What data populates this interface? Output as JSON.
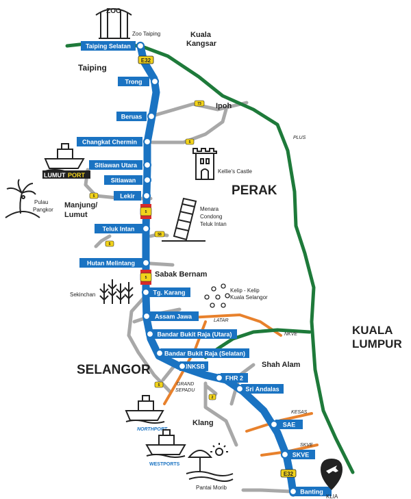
{
  "title": {
    "zoo_sign": "ZOO"
  },
  "highway": {
    "route_code": "E32"
  },
  "regions": {
    "perak": "PERAK",
    "selangor": "SELANGOR",
    "kuala_lumpur_line1": "KUALA",
    "kuala_lumpur_line2": "LUMPUR"
  },
  "towns": {
    "kuala_kangsar_1": "Kuala",
    "kuala_kangsar_2": "Kangsar",
    "taiping": "Taiping",
    "ipoh": "Ipoh",
    "manjung_1": "Manjung/",
    "manjung_2": "Lumut",
    "shah_alam": "Shah Alam",
    "klang": "Klang"
  },
  "interchanges": [
    {
      "id": "taiping-selatan",
      "label": "Taiping Selatan"
    },
    {
      "id": "trong",
      "label": "Trong"
    },
    {
      "id": "beruas",
      "label": "Beruas"
    },
    {
      "id": "changkat-chermin",
      "label": "Changkat Chermin"
    },
    {
      "id": "sitiawan-utara",
      "label": "Sitiawan Utara"
    },
    {
      "id": "sitiawan",
      "label": "Sitiawan"
    },
    {
      "id": "lekir",
      "label": "Lekir"
    },
    {
      "id": "teluk-intan",
      "label": "Teluk Intan"
    },
    {
      "id": "hutan-melintang",
      "label": "Hutan Melintang"
    },
    {
      "id": "tg-karang",
      "label": "Tg. Karang"
    },
    {
      "id": "assam-jawa",
      "label": "Assam Jawa"
    },
    {
      "id": "bbr-utara",
      "label": "Bandar Bukit Raja (Utara)"
    },
    {
      "id": "bbr-selatan",
      "label": "Bandar Bukit Raja (Selatan)"
    },
    {
      "id": "nnksb",
      "label": "NNKSB"
    },
    {
      "id": "fhr2",
      "label": "FHR 2"
    },
    {
      "id": "sri-andalas",
      "label": "Sri Andalas"
    },
    {
      "id": "sae",
      "label": "SAE"
    },
    {
      "id": "skve-node",
      "label": "SKVE"
    },
    {
      "id": "banting",
      "label": "Banting"
    }
  ],
  "landmarks": {
    "zoo_taiping": "Zoo Taiping",
    "kellies_castle": "Kellie's Castle",
    "menara_1": "Menara",
    "menara_2": "Condong",
    "menara_3": "Teluk Intan",
    "pulau_pangkor_1": "Pulau",
    "pulau_pangkor_2": "Pangkor",
    "sabak_bernam": "Sabak Bernam",
    "sekinchan": "Sekinchan",
    "kelip_1": "Kelip - Kelip",
    "kelip_2": "Kuala Selangor",
    "pantai_morib": "Pantai Morib",
    "klia": "KLIA",
    "lumut_port_1": "LUMUT",
    "lumut_port_2": "PORT",
    "northport": "NORTHPORT",
    "westports": "WESTPORTS"
  },
  "roads": {
    "plus": "PLUS",
    "latar": "LATAR",
    "nkve": "NKVE",
    "grand_sepadu_1": "GRAND",
    "grand_sepadu_2": "SEPADU",
    "kesas": "KESAS",
    "skve": "SKVE"
  },
  "route_shields": {
    "r73": "73",
    "r5a": "5",
    "r5b": "5",
    "r5c": "5",
    "r5d": "5",
    "r5e": "5",
    "r5f": "5",
    "r58": "58",
    "r2": "2"
  },
  "colors": {
    "highway_blue": "#1a73c2",
    "plus_green": "#1e7a3a",
    "connector_orange": "#e8812c",
    "road_grey": "#a8a8a8",
    "shield_yellow": "#f2d31b",
    "shield_red": "#d72b2b"
  }
}
